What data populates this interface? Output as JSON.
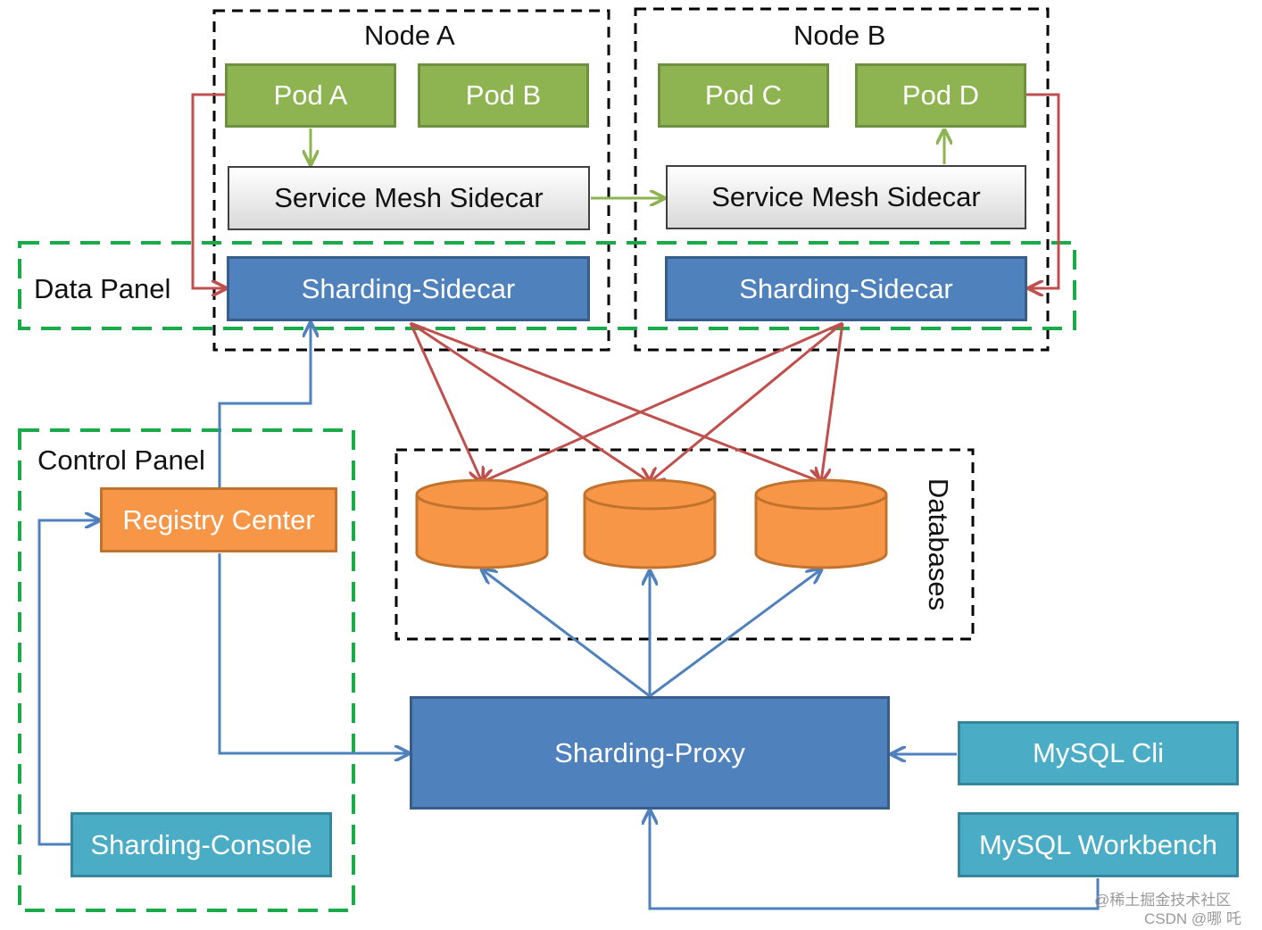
{
  "groups": {
    "node_a": "Node A",
    "node_b": "Node B",
    "data_panel": "Data Panel",
    "control_panel": "Control Panel",
    "databases": "Databases"
  },
  "nodes": {
    "pod_a": "Pod A",
    "pod_b": "Pod B",
    "pod_c": "Pod C",
    "pod_d": "Pod D",
    "mesh_a": "Service Mesh Sidecar",
    "mesh_b": "Service Mesh Sidecar",
    "sharding_sidecar_a": "Sharding-Sidecar",
    "sharding_sidecar_b": "Sharding-Sidecar",
    "registry_center": "Registry Center",
    "sharding_console": "Sharding-Console",
    "sharding_proxy": "Sharding-Proxy",
    "mysql_cli": "MySQL Cli",
    "mysql_workbench": "MySQL Workbench"
  },
  "watermark": {
    "line1": "@稀土掘金技术社区",
    "line2": "CSDN @哪 吒"
  },
  "colors": {
    "pod": "#8db451",
    "blue": "#4f81bd",
    "orange": "#f79646",
    "teal": "#4bacc6",
    "arrow_red": "#c0504d",
    "arrow_blue": "#4f81bd",
    "arrow_green": "#8db451",
    "group_green": "#1aaa4a"
  }
}
